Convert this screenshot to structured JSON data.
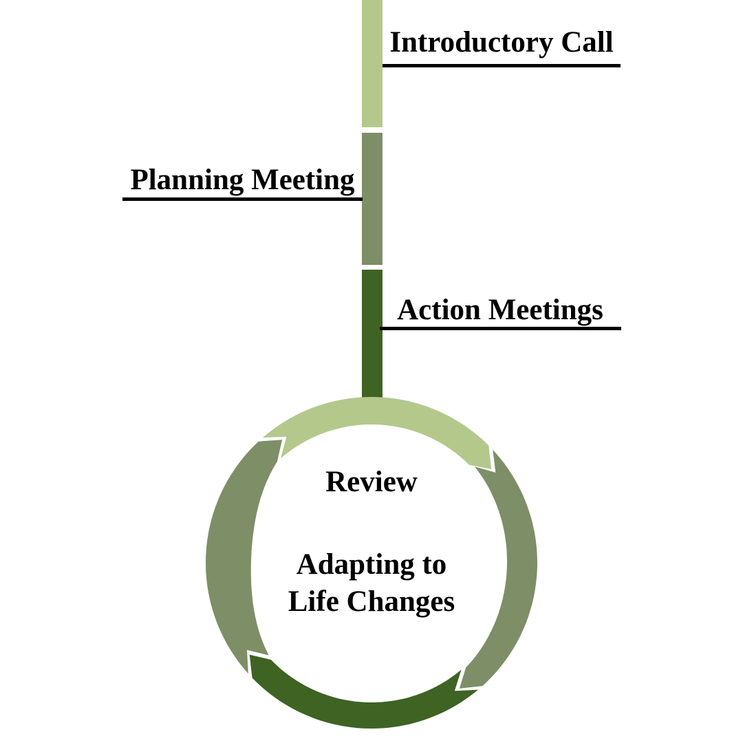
{
  "canvas": {
    "background": "#ffffff"
  },
  "timeline": {
    "steps": [
      {
        "label": "Introductory Call",
        "color": "#b5c88c",
        "side": "right"
      },
      {
        "label": "Planning Meeting",
        "color": "#7e8e67",
        "side": "left"
      },
      {
        "label": "Action Meetings",
        "color": "#3e6323",
        "side": "right"
      }
    ],
    "underline_color": "#000000",
    "text_color": "#000000"
  },
  "cycle": {
    "center_label": "Review",
    "center_text_lines": [
      "Adapting to",
      "Life Changes"
    ],
    "arc_colors": {
      "top": "#b5c88c",
      "right": "#7e8e67",
      "bottom": "#3e6323",
      "left": "#7e8e67"
    },
    "text_color": "#000000"
  }
}
